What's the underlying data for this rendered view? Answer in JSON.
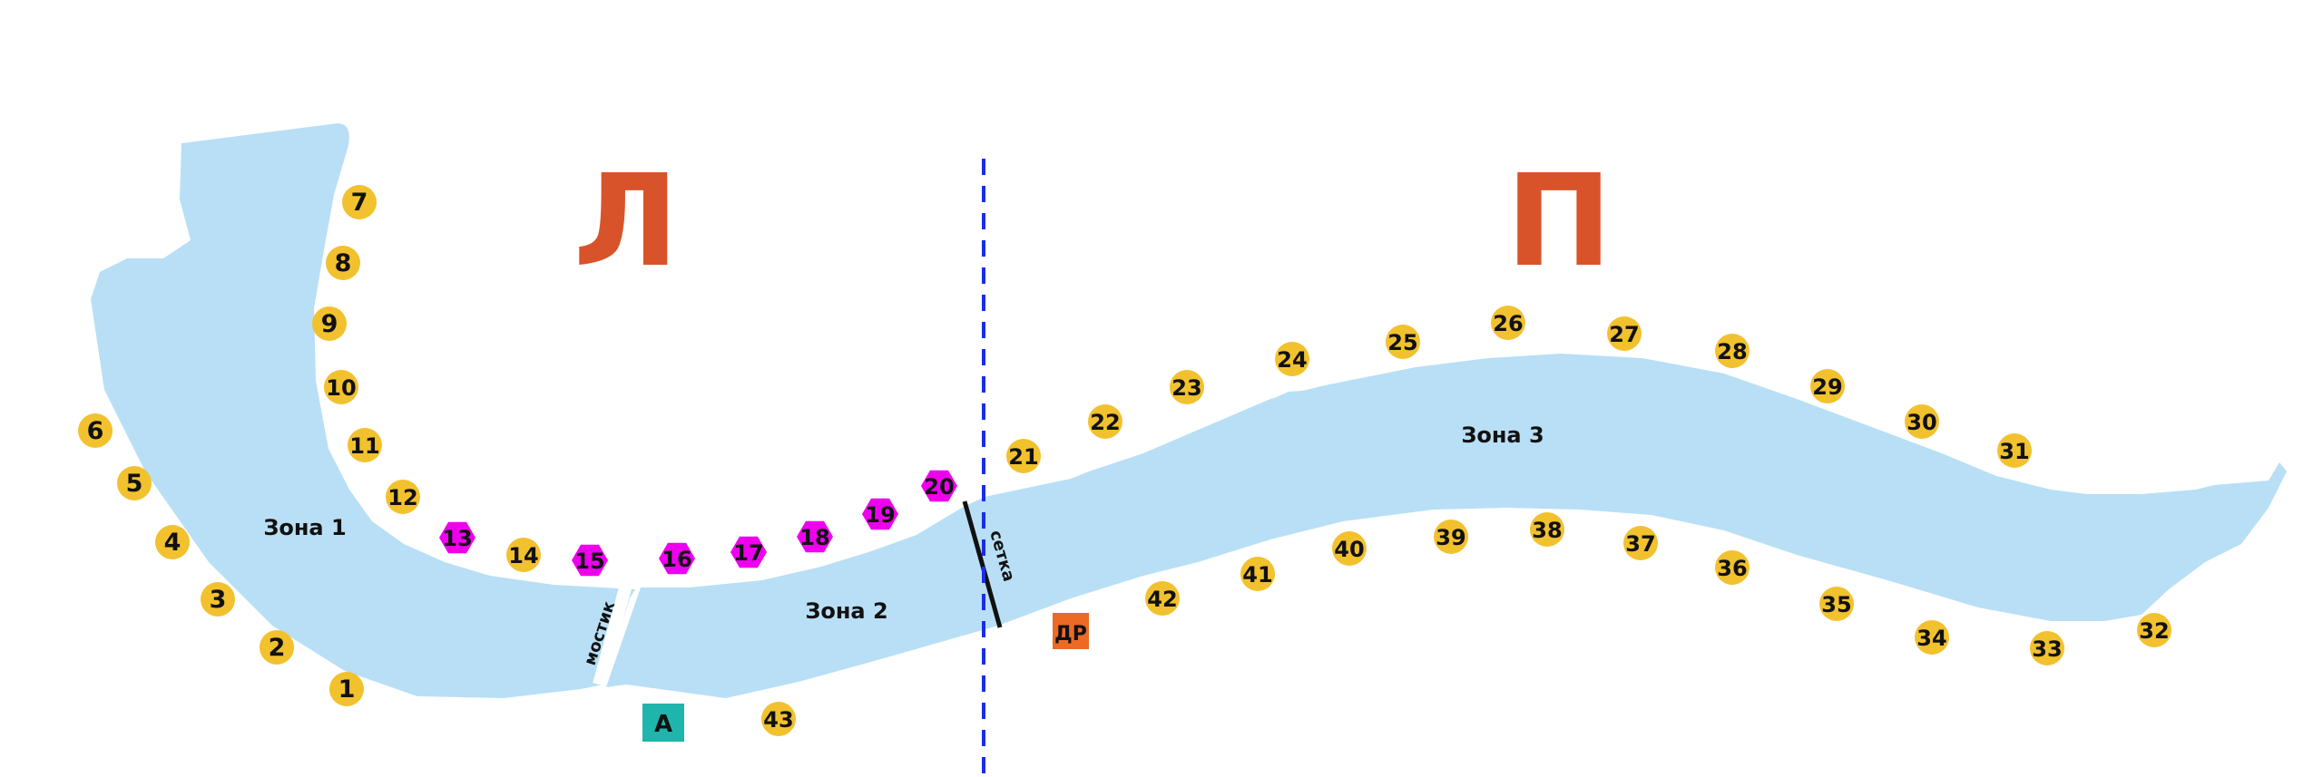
{
  "map": {
    "side_left": "Л",
    "side_right": "П",
    "zones": [
      {
        "id": "zone-1",
        "label": "Зона 1"
      },
      {
        "id": "zone-2",
        "label": "Зона 2"
      },
      {
        "id": "zone-3",
        "label": "Зона 3"
      }
    ],
    "bridge_label": "мостик",
    "net_label": "сетка",
    "markers": {
      "a": "А",
      "dr": "ДР"
    },
    "spots": [
      {
        "n": "1",
        "kind": "regular"
      },
      {
        "n": "2",
        "kind": "regular"
      },
      {
        "n": "3",
        "kind": "regular"
      },
      {
        "n": "4",
        "kind": "regular"
      },
      {
        "n": "5",
        "kind": "regular"
      },
      {
        "n": "6",
        "kind": "regular"
      },
      {
        "n": "7",
        "kind": "regular"
      },
      {
        "n": "8",
        "kind": "regular"
      },
      {
        "n": "9",
        "kind": "regular"
      },
      {
        "n": "10",
        "kind": "regular"
      },
      {
        "n": "11",
        "kind": "regular"
      },
      {
        "n": "12",
        "kind": "regular"
      },
      {
        "n": "13",
        "kind": "special"
      },
      {
        "n": "14",
        "kind": "regular"
      },
      {
        "n": "15",
        "kind": "special"
      },
      {
        "n": "16",
        "kind": "special"
      },
      {
        "n": "17",
        "kind": "special"
      },
      {
        "n": "18",
        "kind": "special"
      },
      {
        "n": "19",
        "kind": "special"
      },
      {
        "n": "20",
        "kind": "special"
      },
      {
        "n": "21",
        "kind": "regular"
      },
      {
        "n": "22",
        "kind": "regular"
      },
      {
        "n": "23",
        "kind": "regular"
      },
      {
        "n": "24",
        "kind": "regular"
      },
      {
        "n": "25",
        "kind": "regular"
      },
      {
        "n": "26",
        "kind": "regular"
      },
      {
        "n": "27",
        "kind": "regular"
      },
      {
        "n": "28",
        "kind": "regular"
      },
      {
        "n": "29",
        "kind": "regular"
      },
      {
        "n": "30",
        "kind": "regular"
      },
      {
        "n": "31",
        "kind": "regular"
      },
      {
        "n": "32",
        "kind": "regular"
      },
      {
        "n": "33",
        "kind": "regular"
      },
      {
        "n": "34",
        "kind": "regular"
      },
      {
        "n": "35",
        "kind": "regular"
      },
      {
        "n": "36",
        "kind": "regular"
      },
      {
        "n": "37",
        "kind": "regular"
      },
      {
        "n": "38",
        "kind": "regular"
      },
      {
        "n": "39",
        "kind": "regular"
      },
      {
        "n": "40",
        "kind": "regular"
      },
      {
        "n": "41",
        "kind": "regular"
      },
      {
        "n": "42",
        "kind": "regular"
      },
      {
        "n": "43",
        "kind": "regular"
      }
    ],
    "colors": {
      "water": "#b8dff5",
      "spot_regular": "#f2c12e",
      "spot_special": "#ee00ee",
      "side_letters": "#d85329",
      "divider": "#1a2ee6",
      "marker_a": "#1fb5ac",
      "marker_dr": "#ec6a26"
    }
  }
}
